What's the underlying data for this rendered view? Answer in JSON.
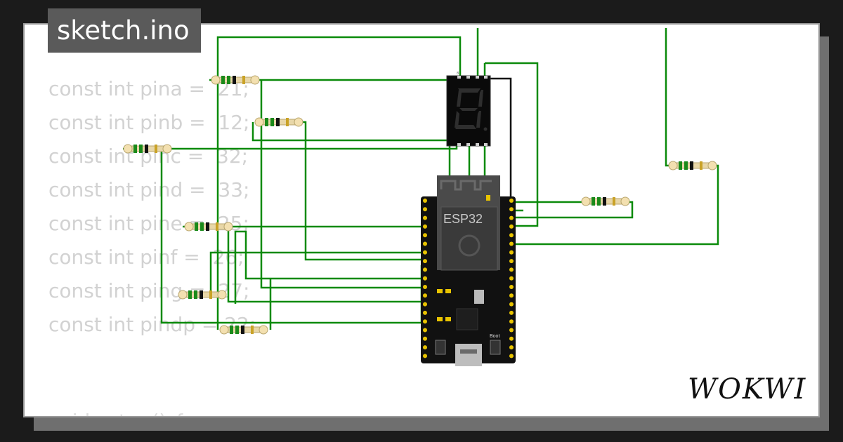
{
  "header": {
    "title": "sketch.ino"
  },
  "code": {
    "lines": [
      "const int pina =  21;",
      "const int pinb =  12;",
      "const int pinc =  32;",
      "const int pind =  33;",
      "const int pine =  25;",
      "const int pinf =  26;",
      "const int ping =  27;",
      "const int pindp = 22;",
      "void setup() {"
    ]
  },
  "board": {
    "label": "ESP32",
    "boot_label": "Boot"
  },
  "display": {
    "digit": "8"
  },
  "brand": {
    "logo_text": "WOKWI"
  },
  "colors": {
    "wire": "#0a8a0a",
    "wire_black": "#111111",
    "board": "#111111",
    "pin": "#e9c400"
  }
}
